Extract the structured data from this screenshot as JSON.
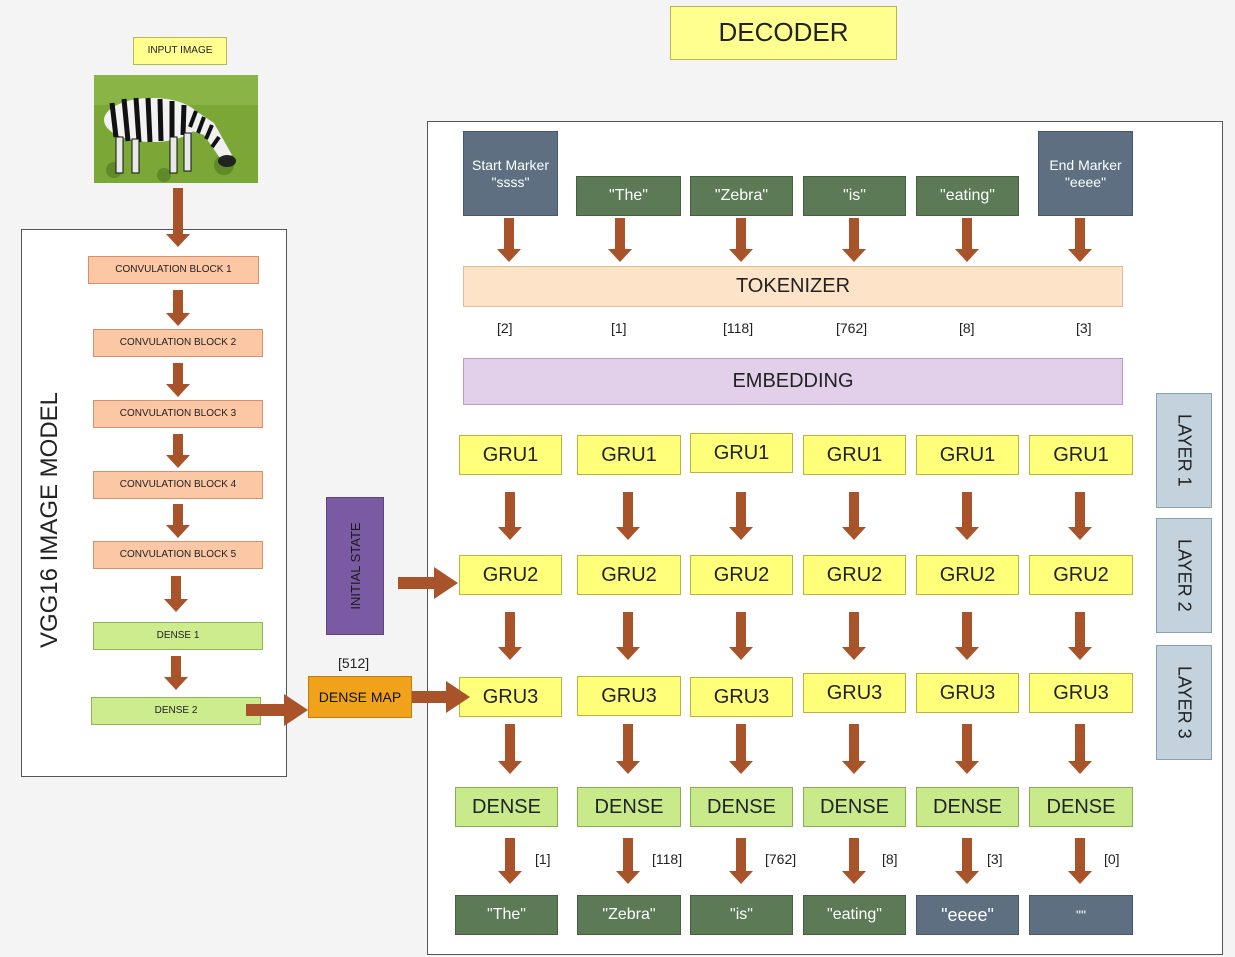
{
  "decoder_title": "DECODER",
  "input_image_label": "INPUT IMAGE",
  "vgg_title": "VGG16 IMAGE MODEL",
  "vgg_blocks": [
    "CONVULATION BLOCK 1",
    "CONVULATION BLOCK 2",
    "CONVULATION BLOCK 3",
    "CONVULATION BLOCK 4",
    "CONVULATION BLOCK 5"
  ],
  "dense_blocks": [
    "DENSE 1",
    "DENSE 2"
  ],
  "initial_state": "INITIAL STATE",
  "state_size": "[512]",
  "dense_map": "DENSE MAP",
  "input_tokens": [
    {
      "text": "Start Marker \"ssss\"",
      "kind": "marker"
    },
    {
      "text": "\"The\"",
      "kind": "word"
    },
    {
      "text": "\"Zebra\"",
      "kind": "word"
    },
    {
      "text": "\"is\"",
      "kind": "word"
    },
    {
      "text": "\"eating\"",
      "kind": "word"
    },
    {
      "text": "End Marker \"eeee\"",
      "kind": "marker"
    }
  ],
  "tokenizer": "TOKENIZER",
  "token_ids": [
    "[2]",
    "[1]",
    "[118]",
    "[762]",
    "[8]",
    "[3]"
  ],
  "embedding": "EMBEDDING",
  "gru_rows": [
    [
      "GRU1",
      "GRU1",
      "GRU1",
      "GRU1",
      "GRU1",
      "GRU1"
    ],
    [
      "GRU2",
      "GRU2",
      "GRU2",
      "GRU2",
      "GRU2",
      "GRU2"
    ],
    [
      "GRU3",
      "GRU3",
      "GRU3",
      "GRU3",
      "GRU3",
      "GRU3"
    ]
  ],
  "dense_row": [
    "DENSE",
    "DENSE",
    "DENSE",
    "DENSE",
    "DENSE",
    "DENSE"
  ],
  "output_ids": [
    "[1]",
    "[118]",
    "[762]",
    "[8]",
    "[3]",
    "[0]"
  ],
  "output_tokens": [
    {
      "text": "\"The\"",
      "kind": "word"
    },
    {
      "text": "\"Zebra\"",
      "kind": "word"
    },
    {
      "text": "\"is\"",
      "kind": "word"
    },
    {
      "text": "\"eating\"",
      "kind": "word"
    },
    {
      "text": "\"eeee\"",
      "kind": "marker"
    },
    {
      "text": "\"\"",
      "kind": "marker"
    }
  ],
  "layers": [
    "LAYER 1",
    "LAYER 2",
    "LAYER 3"
  ],
  "colors": {
    "arrow": "#a9532b",
    "word_box": "#5b7a55",
    "marker_box": "#5d6f80"
  }
}
